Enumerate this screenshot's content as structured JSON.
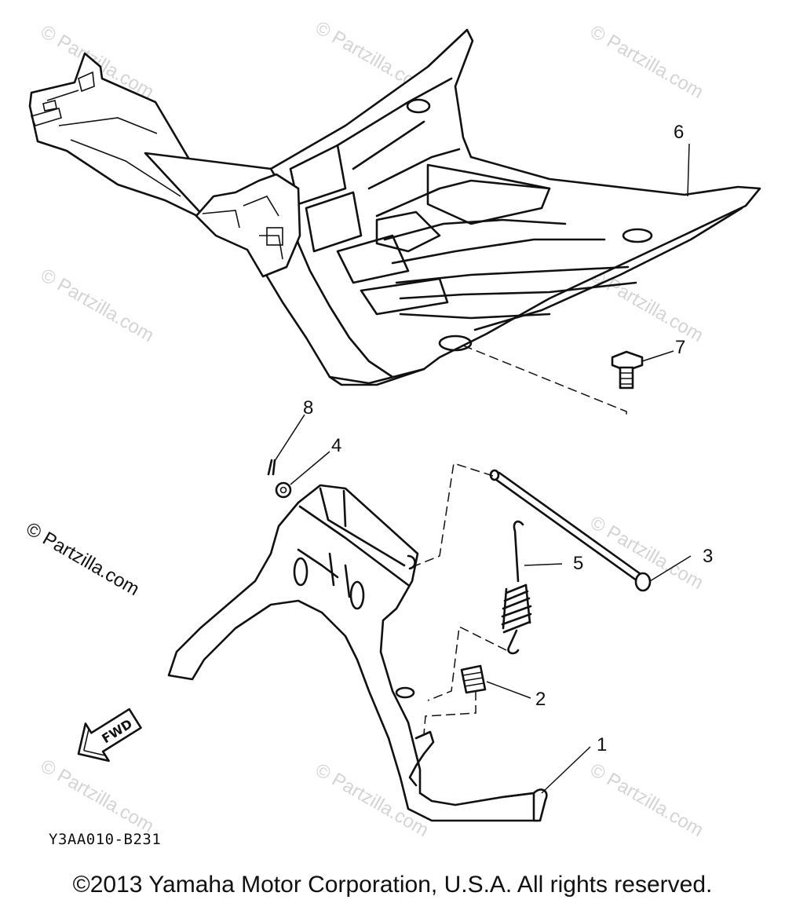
{
  "watermark": {
    "text": "© Partzilla.com",
    "copies": [
      {
        "id": "wm-top-left"
      },
      {
        "id": "wm-top-center"
      },
      {
        "id": "wm-top-right"
      },
      {
        "id": "wm-mid-left"
      },
      {
        "id": "wm-mid-center"
      },
      {
        "id": "wm-mid-right"
      },
      {
        "id": "wm-low-right"
      },
      {
        "id": "wm-bottom-left"
      },
      {
        "id": "wm-bottom-center"
      },
      {
        "id": "wm-bottom-right"
      }
    ]
  },
  "watermark_prominent": "© Partzilla.com",
  "callouts": [
    {
      "id": "callout-1",
      "label": "1"
    },
    {
      "id": "callout-2",
      "label": "2"
    },
    {
      "id": "callout-3",
      "label": "3"
    },
    {
      "id": "callout-4",
      "label": "4"
    },
    {
      "id": "callout-5",
      "label": "5"
    },
    {
      "id": "callout-6",
      "label": "6"
    },
    {
      "id": "callout-7",
      "label": "7"
    },
    {
      "id": "callout-8",
      "label": "8"
    }
  ],
  "fwd_arrow_label": "FWD",
  "diagram_code": "Y3AA010-B231",
  "copyright": "©2013 Yamaha Motor Corporation, U.S.A. All rights reserved."
}
